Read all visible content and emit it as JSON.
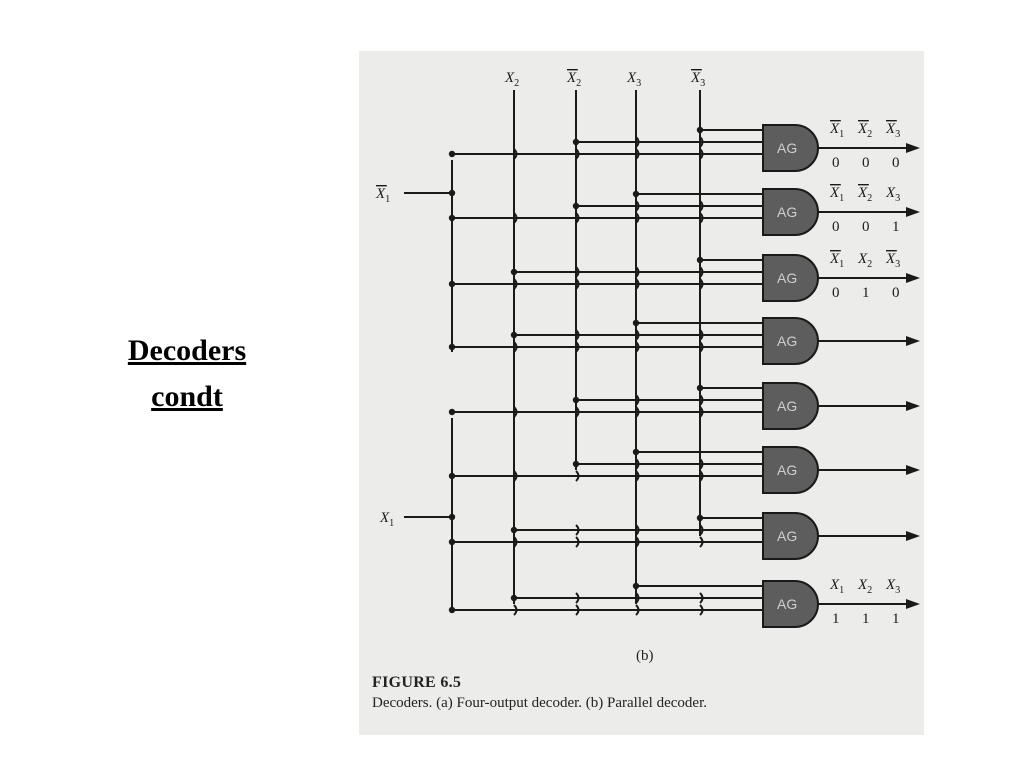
{
  "slide": {
    "title_line1": "Decoders",
    "title_line2": "condt"
  },
  "figure": {
    "sublabel": "(b)",
    "caption_title": "FIGURE 6.5",
    "caption": "Decoders. (a) Four-output decoder. (b) Parallel decoder.",
    "gate_label": "AG",
    "input_lines": [
      {
        "var": "X",
        "sub": "2",
        "bar": false
      },
      {
        "var": "X",
        "sub": "2",
        "bar": true
      },
      {
        "var": "X",
        "sub": "3",
        "bar": false
      },
      {
        "var": "X",
        "sub": "3",
        "bar": true
      }
    ],
    "left_inputs": [
      {
        "var": "X",
        "sub": "1",
        "bar": true
      },
      {
        "var": "X",
        "sub": "1",
        "bar": false
      }
    ],
    "gates": [
      {
        "output_terms": [
          {
            "sub": "1",
            "bar": true
          },
          {
            "sub": "2",
            "bar": true
          },
          {
            "sub": "3",
            "bar": true
          }
        ],
        "output_code": [
          "0",
          "0",
          "0"
        ]
      },
      {
        "output_terms": [
          {
            "sub": "1",
            "bar": true
          },
          {
            "sub": "2",
            "bar": true
          },
          {
            "sub": "3",
            "bar": false
          }
        ],
        "output_code": [
          "0",
          "0",
          "1"
        ]
      },
      {
        "output_terms": [
          {
            "sub": "1",
            "bar": true
          },
          {
            "sub": "2",
            "bar": false
          },
          {
            "sub": "3",
            "bar": true
          }
        ],
        "output_code": [
          "0",
          "1",
          "0"
        ]
      },
      {
        "output_terms": [],
        "output_code": []
      },
      {
        "output_terms": [],
        "output_code": []
      },
      {
        "output_terms": [],
        "output_code": []
      },
      {
        "output_terms": [],
        "output_code": []
      },
      {
        "output_terms": [
          {
            "sub": "1",
            "bar": false
          },
          {
            "sub": "2",
            "bar": false
          },
          {
            "sub": "3",
            "bar": false
          }
        ],
        "output_code": [
          "1",
          "1",
          "1"
        ]
      }
    ]
  }
}
